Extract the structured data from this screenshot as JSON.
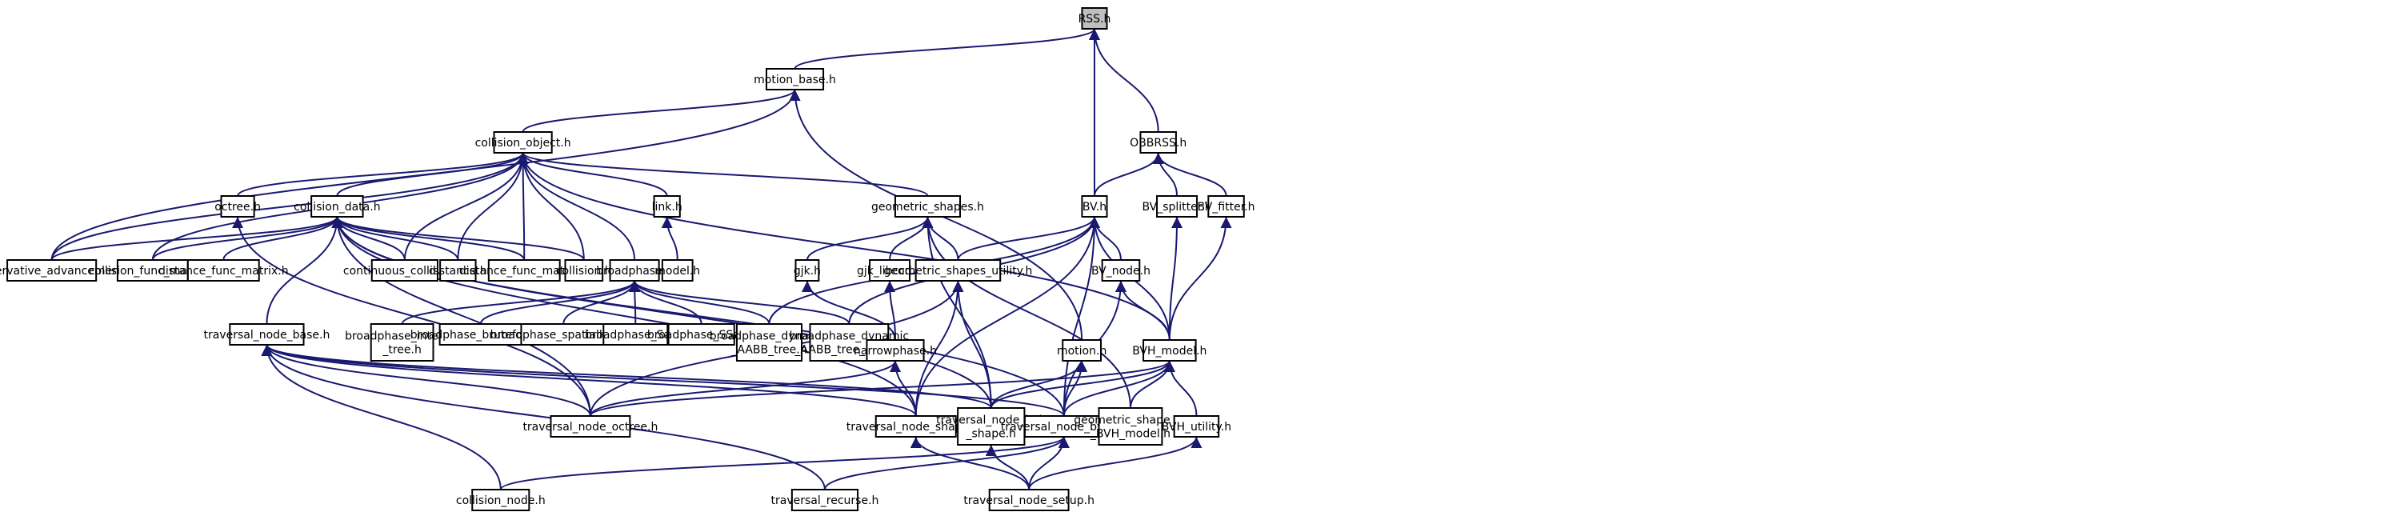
{
  "diagram": {
    "type": "include-dependency-graph",
    "edge_color": "#191970",
    "root_fill": "#bfbfbf",
    "nodes": [
      {
        "id": "rss",
        "lines": [
          "RSS.h"
        ],
        "root": true
      },
      {
        "id": "motion_base",
        "lines": [
          "motion_base.h"
        ]
      },
      {
        "id": "obbrss",
        "lines": [
          "OBBRSS.h"
        ]
      },
      {
        "id": "collision_object",
        "lines": [
          "collision_object.h"
        ]
      },
      {
        "id": "octree",
        "lines": [
          "octree.h"
        ]
      },
      {
        "id": "collision_data",
        "lines": [
          "collision_data.h"
        ]
      },
      {
        "id": "link",
        "lines": [
          "link.h"
        ]
      },
      {
        "id": "geometric_shapes",
        "lines": [
          "geometric_shapes.h"
        ]
      },
      {
        "id": "bv",
        "lines": [
          "BV.h"
        ]
      },
      {
        "id": "bv_splitter",
        "lines": [
          "BV_splitter.h"
        ]
      },
      {
        "id": "bv_fitter",
        "lines": [
          "BV_fitter.h"
        ]
      },
      {
        "id": "conservative_advancement",
        "lines": [
          "conservative_advancement.h"
        ]
      },
      {
        "id": "collision_func_matrix",
        "lines": [
          "collision_func_matrix.h"
        ]
      },
      {
        "id": "distance_func_matrix",
        "lines": [
          "distance_func_matrix.h"
        ]
      },
      {
        "id": "continuous_collision",
        "lines": [
          "continuous_collision.h"
        ]
      },
      {
        "id": "distance",
        "lines": [
          "distance.h"
        ]
      },
      {
        "id": "distance_func_matrix2",
        "lines": [
          "distance_func_matrix.h"
        ]
      },
      {
        "id": "collision",
        "lines": [
          "collision.h"
        ]
      },
      {
        "id": "broadphase",
        "lines": [
          "broadphase.h"
        ]
      },
      {
        "id": "model",
        "lines": [
          "model.h"
        ]
      },
      {
        "id": "gjk",
        "lines": [
          "gjk.h"
        ]
      },
      {
        "id": "gjk_libccd",
        "lines": [
          "gjk_libccd.h"
        ]
      },
      {
        "id": "geometric_shapes_utility",
        "lines": [
          "geometric_shapes_utility.h"
        ]
      },
      {
        "id": "bv_node",
        "lines": [
          "BV_node.h"
        ]
      },
      {
        "id": "traversal_node_base",
        "lines": [
          "traversal_node_base.h"
        ]
      },
      {
        "id": "broadphase_interval_tree",
        "lines": [
          "broadphase_interval",
          "_tree.h"
        ]
      },
      {
        "id": "broadphase_bruteforce",
        "lines": [
          "broadphase_bruteforce.h"
        ]
      },
      {
        "id": "broadphase_spatialhash",
        "lines": [
          "broadphase_spatialhash.h"
        ]
      },
      {
        "id": "broadphase_sap",
        "lines": [
          "broadphase_SaP.h"
        ]
      },
      {
        "id": "broadphase_ssap",
        "lines": [
          "broadphase_SSaP.h"
        ]
      },
      {
        "id": "broadphase_dynamic_aabb_tree",
        "lines": [
          "broadphase_dynamic",
          "_AABB_tree.h"
        ]
      },
      {
        "id": "broadphase_dynamic_aabb_tree_array",
        "lines": [
          "broadphase_dynamic",
          "_AABB_tree_array.h"
        ]
      },
      {
        "id": "narrowphase",
        "lines": [
          "narrowphase.h"
        ]
      },
      {
        "id": "motion",
        "lines": [
          "motion.h"
        ]
      },
      {
        "id": "bvh_model",
        "lines": [
          "BVH_model.h"
        ]
      },
      {
        "id": "traversal_node_octree",
        "lines": [
          "traversal_node_octree.h"
        ]
      },
      {
        "id": "traversal_node_shapes",
        "lines": [
          "traversal_node_shapes.h"
        ]
      },
      {
        "id": "traversal_node_bvh_shape",
        "lines": [
          "traversal_node_bvh",
          "_shape.h"
        ]
      },
      {
        "id": "traversal_node_bvhs",
        "lines": [
          "traversal_node_bvhs.h"
        ]
      },
      {
        "id": "geometric_shape_to_bvh_model",
        "lines": [
          "geometric_shape_to",
          "_BVH_model.h"
        ]
      },
      {
        "id": "bvh_utility",
        "lines": [
          "BVH_utility.h"
        ]
      },
      {
        "id": "collision_node",
        "lines": [
          "collision_node.h"
        ]
      },
      {
        "id": "traversal_recurse",
        "lines": [
          "traversal_recurse.h"
        ]
      },
      {
        "id": "traversal_node_setup",
        "lines": [
          "traversal_node_setup.h"
        ]
      }
    ],
    "edges": [
      [
        "motion_base",
        "rss"
      ],
      [
        "obbrss",
        "rss"
      ],
      [
        "bv",
        "rss"
      ],
      [
        "collision_object",
        "motion_base"
      ],
      [
        "motion",
        "motion_base"
      ],
      [
        "bv",
        "obbrss"
      ],
      [
        "bv_splitter",
        "obbrss"
      ],
      [
        "bv_fitter",
        "obbrss"
      ],
      [
        "octree",
        "collision_object"
      ],
      [
        "collision_data",
        "collision_object"
      ],
      [
        "link",
        "collision_object"
      ],
      [
        "geometric_shapes",
        "collision_object"
      ],
      [
        "bvh_model",
        "collision_object"
      ],
      [
        "conservative_advancement",
        "collision_object"
      ],
      [
        "collision_func_matrix",
        "collision_object"
      ],
      [
        "continuous_collision",
        "collision_object"
      ],
      [
        "distance",
        "collision_object"
      ],
      [
        "distance_func_matrix2",
        "collision_object"
      ],
      [
        "collision",
        "collision_object"
      ],
      [
        "broadphase",
        "collision_object"
      ],
      [
        "conservative_advancement",
        "motion_base"
      ],
      [
        "traversal_node_octree",
        "octree"
      ],
      [
        "conservative_advancement",
        "collision_data"
      ],
      [
        "collision_func_matrix",
        "collision_data"
      ],
      [
        "distance_func_matrix",
        "collision_data"
      ],
      [
        "continuous_collision",
        "collision_data"
      ],
      [
        "distance",
        "collision_data"
      ],
      [
        "distance_func_matrix2",
        "collision_data"
      ],
      [
        "collision",
        "collision_data"
      ],
      [
        "traversal_node_base",
        "collision_data"
      ],
      [
        "traversal_node_octree",
        "collision_data"
      ],
      [
        "traversal_node_shapes",
        "collision_data"
      ],
      [
        "traversal_node_bvh_shape",
        "collision_data"
      ],
      [
        "traversal_node_bvhs",
        "collision_data"
      ],
      [
        "model",
        "link"
      ],
      [
        "gjk",
        "geometric_shapes"
      ],
      [
        "gjk_libccd",
        "geometric_shapes"
      ],
      [
        "geometric_shapes_utility",
        "geometric_shapes"
      ],
      [
        "traversal_node_bvh_shape",
        "geometric_shapes"
      ],
      [
        "geometric_shape_to_bvh_model",
        "geometric_shapes"
      ],
      [
        "bv_node",
        "bv"
      ],
      [
        "bvh_model",
        "bv"
      ],
      [
        "geometric_shapes_utility",
        "bv"
      ],
      [
        "broadphase_dynamic_aabb_tree",
        "bv"
      ],
      [
        "broadphase_dynamic_aabb_tree_array",
        "bv"
      ],
      [
        "traversal_node_shapes",
        "bv"
      ],
      [
        "traversal_node_bvhs",
        "bv"
      ],
      [
        "bvh_model",
        "bv_splitter"
      ],
      [
        "bvh_model",
        "bv_fitter"
      ],
      [
        "broadphase_interval_tree",
        "broadphase"
      ],
      [
        "broadphase_bruteforce",
        "broadphase"
      ],
      [
        "broadphase_spatialhash",
        "broadphase"
      ],
      [
        "broadphase_sap",
        "broadphase"
      ],
      [
        "broadphase_ssap",
        "broadphase"
      ],
      [
        "broadphase_dynamic_aabb_tree",
        "broadphase"
      ],
      [
        "broadphase_dynamic_aabb_tree_array",
        "broadphase"
      ],
      [
        "narrowphase",
        "gjk"
      ],
      [
        "narrowphase",
        "gjk_libccd"
      ],
      [
        "traversal_node_shapes",
        "narrowphase"
      ],
      [
        "traversal_node_octree",
        "narrowphase"
      ],
      [
        "traversal_node_bvh_shape",
        "geometric_shapes_utility"
      ],
      [
        "traversal_node_shapes",
        "geometric_shapes_utility"
      ],
      [
        "traversal_node_octree",
        "geometric_shapes_utility"
      ],
      [
        "traversal_node_bvhs",
        "bv_node"
      ],
      [
        "bvh_model",
        "bv_node"
      ],
      [
        "traversal_node_bvhs",
        "motion"
      ],
      [
        "traversal_node_bvh_shape",
        "motion"
      ],
      [
        "traversal_node_bvhs",
        "bvh_model"
      ],
      [
        "traversal_node_bvh_shape",
        "bvh_model"
      ],
      [
        "traversal_node_octree",
        "bvh_model"
      ],
      [
        "geometric_shape_to_bvh_model",
        "bvh_model"
      ],
      [
        "bvh_utility",
        "bvh_model"
      ],
      [
        "traversal_node_octree",
        "traversal_node_base"
      ],
      [
        "traversal_node_shapes",
        "traversal_node_base"
      ],
      [
        "traversal_node_bvh_shape",
        "traversal_node_base"
      ],
      [
        "traversal_node_bvhs",
        "traversal_node_base"
      ],
      [
        "collision_node",
        "traversal_node_base"
      ],
      [
        "traversal_recurse",
        "traversal_node_base"
      ],
      [
        "traversal_node_setup",
        "traversal_node_shapes"
      ],
      [
        "traversal_node_setup",
        "traversal_node_bvh_shape"
      ],
      [
        "traversal_node_setup",
        "traversal_node_bvhs"
      ],
      [
        "traversal_node_setup",
        "bvh_utility"
      ],
      [
        "collision_node",
        "traversal_node_bvhs"
      ],
      [
        "traversal_recurse",
        "traversal_node_bvhs"
      ]
    ]
  }
}
